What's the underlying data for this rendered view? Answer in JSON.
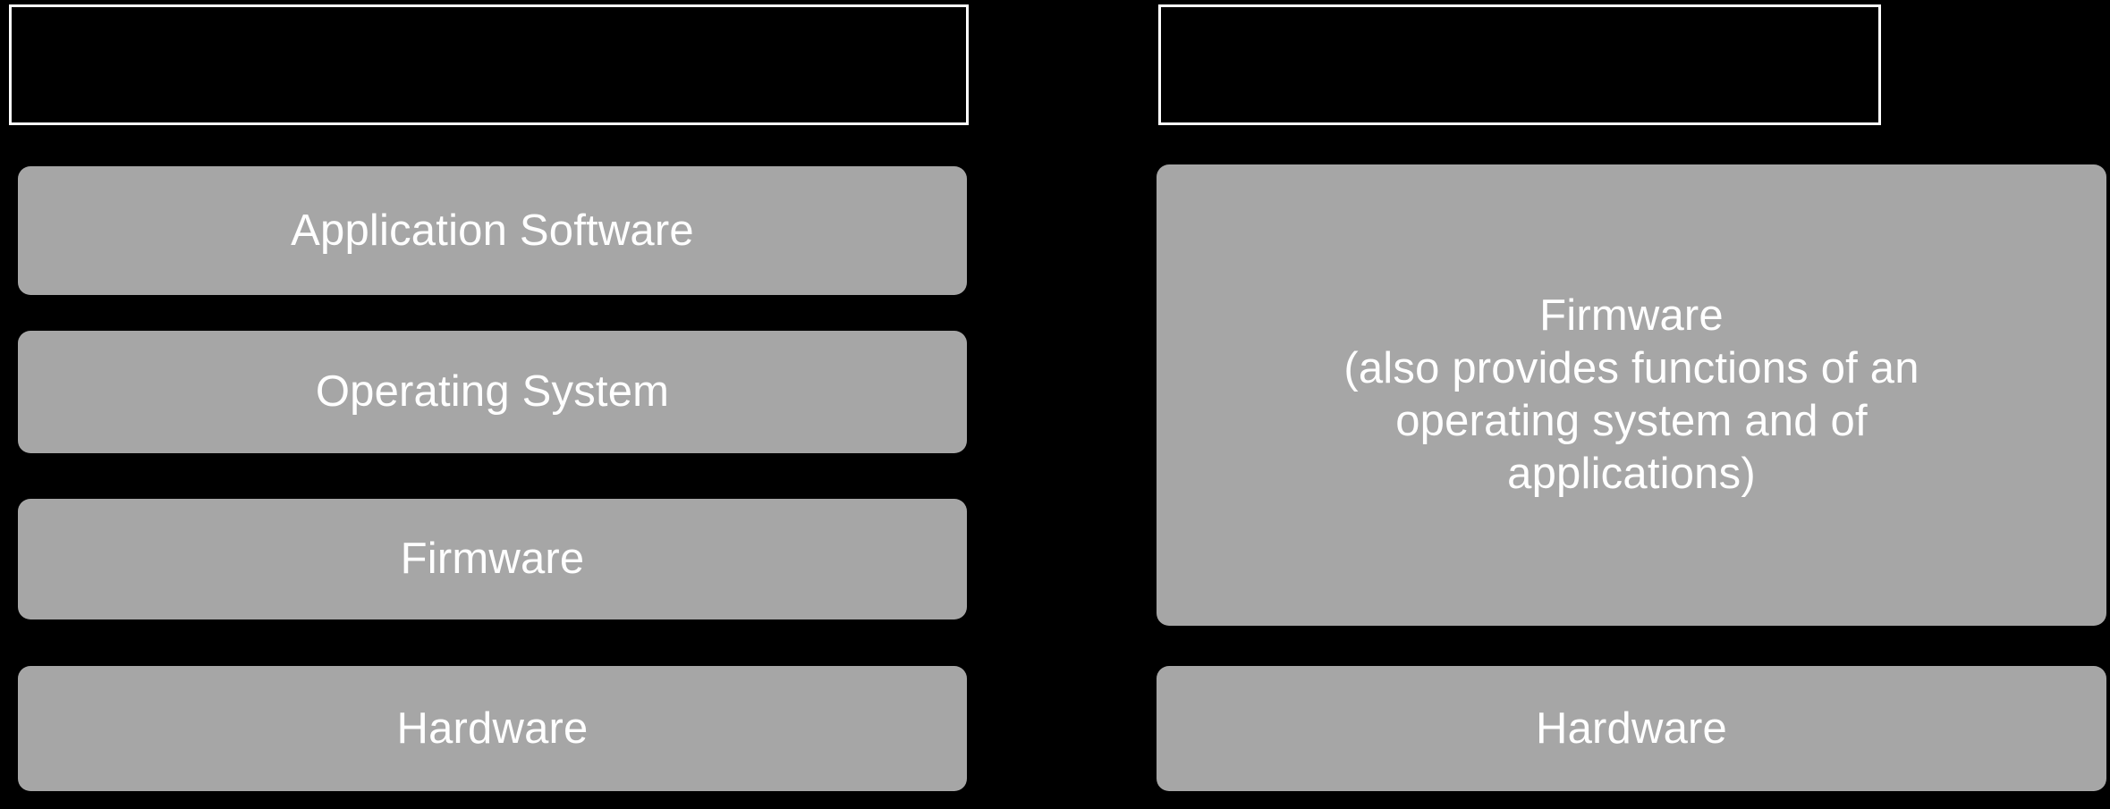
{
  "theme": {
    "background_color": "#000000",
    "box_fill_color": "#A6A6A6",
    "box_text_color": "#FFFFFF",
    "outline_color": "#FFFFFF"
  },
  "diagram": {
    "type": "stack-comparison",
    "columns": [
      {
        "id": "general-purpose-computer",
        "header": {
          "label": "",
          "style": "outlined-empty-box"
        },
        "layers": [
          {
            "label": "Application Software"
          },
          {
            "label": "Operating System"
          },
          {
            "label": "Firmware"
          },
          {
            "label": "Hardware"
          }
        ]
      },
      {
        "id": "embedded-system",
        "header": {
          "label": "",
          "style": "outlined-empty-box"
        },
        "layers": [
          {
            "label": "Firmware\n(also provides functions of an\noperating system and of\napplications)"
          },
          {
            "label": "Hardware"
          }
        ]
      }
    ]
  }
}
